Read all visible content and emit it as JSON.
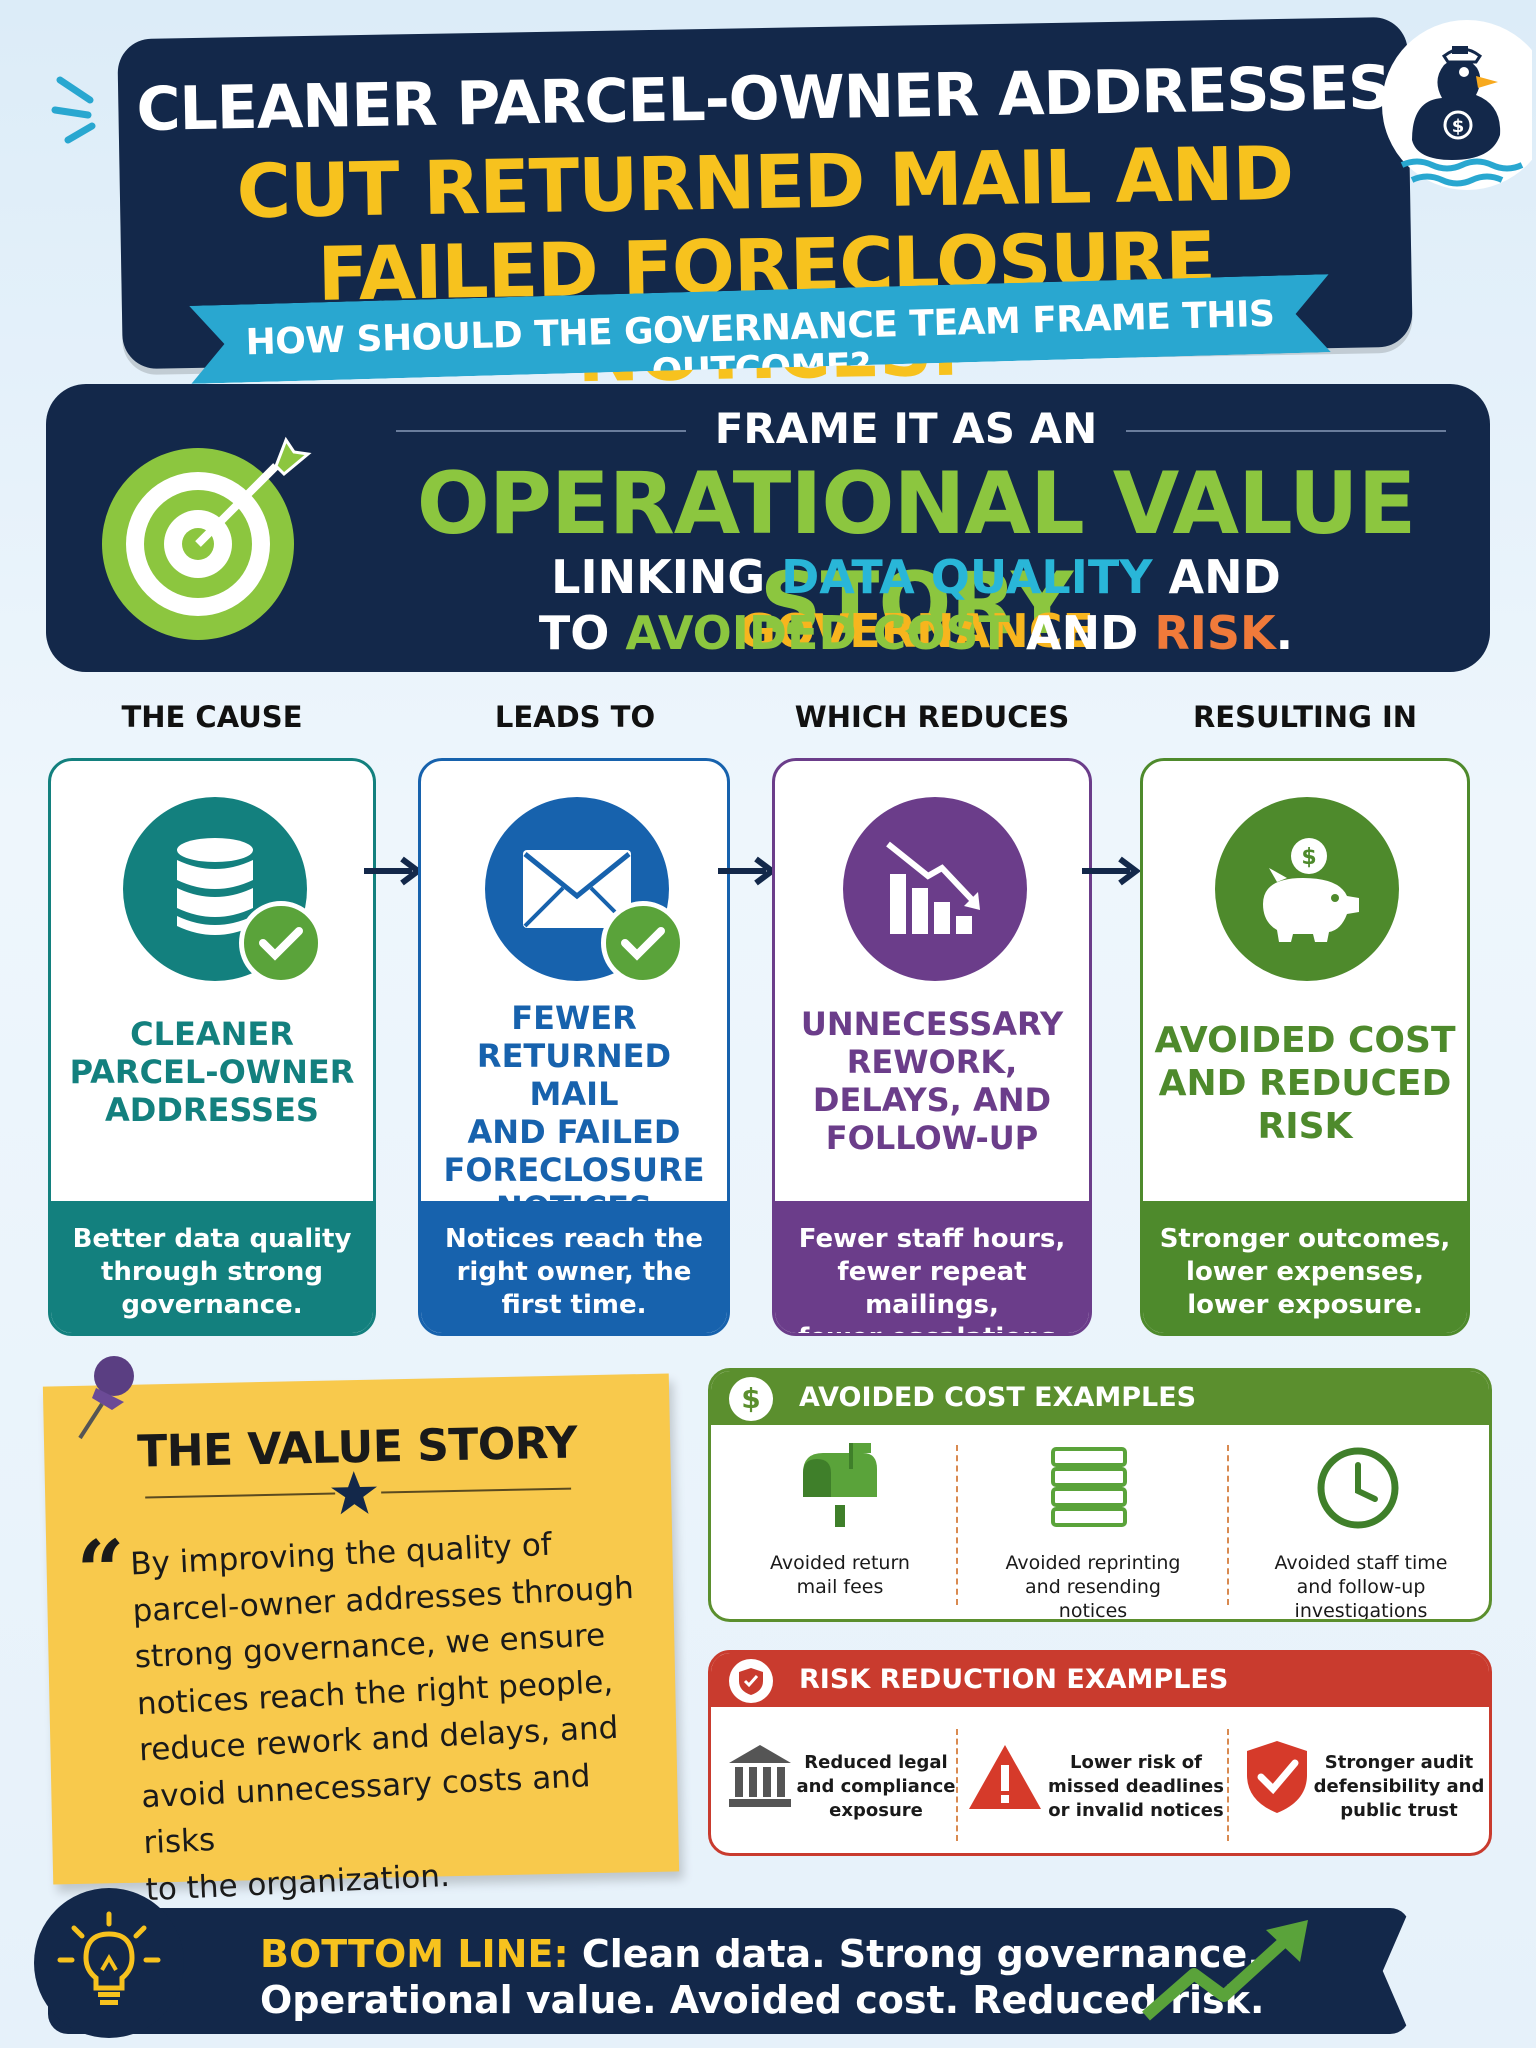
{
  "header": {
    "line1": "CLEANER PARCEL-OWNER ADDRESSES",
    "line2": "CUT RETURNED MAIL AND",
    "line3": "FAILED FORECLOSURE NOTICES.",
    "ribbon": "HOW SHOULD THE GOVERNANCE TEAM FRAME THIS OUTCOME?"
  },
  "frame": {
    "top": "FRAME IT AS AN",
    "main": "OPERATIONAL VALUE STORY",
    "l3_a": "LINKING ",
    "l3_b": "DATA QUALITY",
    "l3_c": " AND ",
    "l3_d": "GOVERNANCE",
    "l4_a": "TO ",
    "l4_b": "AVOIDED COST",
    "l4_c": " AND ",
    "l4_d": "RISK",
    "l4_e": "."
  },
  "steps": [
    {
      "label": "THE CAUSE",
      "title": [
        "CLEANER",
        "PARCEL-OWNER",
        "ADDRESSES"
      ],
      "foot": [
        "Better data quality",
        "through strong",
        "governance."
      ],
      "color": "#13807e"
    },
    {
      "label": "LEADS TO",
      "title": [
        "FEWER",
        "RETURNED MAIL",
        "AND FAILED",
        "FORECLOSURE",
        "NOTICES"
      ],
      "foot": [
        "Notices reach the",
        "right owner, the",
        "first time."
      ],
      "color": "#1762ad"
    },
    {
      "label": "WHICH REDUCES",
      "title": [
        "UNNECESSARY",
        "REWORK,",
        "DELAYS, AND",
        "FOLLOW-UP"
      ],
      "foot": [
        "Fewer staff hours,",
        "fewer repeat mailings,",
        "fewer escalations."
      ],
      "color": "#6b3d8a"
    },
    {
      "label": "RESULTING IN",
      "title": [
        "AVOIDED COST",
        "AND REDUCED",
        "RISK"
      ],
      "foot": [
        "Stronger outcomes,",
        "lower expenses,",
        "lower exposure."
      ],
      "color": "#4e8a2c"
    }
  ],
  "note": {
    "title": "THE VALUE STORY",
    "quote_mark": "“",
    "body": [
      "By improving the quality of",
      "parcel-owner addresses through",
      "strong governance, we ensure",
      "notices reach the right people,",
      "reduce rework and delays, and",
      "avoid unnecessary costs and risks",
      "to the organization."
    ]
  },
  "cost": {
    "icon": "$",
    "title": "AVOIDED COST EXAMPLES",
    "items": [
      [
        "Avoided return",
        "mail fees"
      ],
      [
        "Avoided reprinting",
        "and resending",
        "notices"
      ],
      [
        "Avoided staff time",
        "and follow-up",
        "investigations"
      ]
    ],
    "color": "#5b8f2e"
  },
  "risk": {
    "title": "RISK REDUCTION EXAMPLES",
    "items": [
      [
        "Reduced legal",
        "and compliance",
        "exposure"
      ],
      [
        "Lower risk of",
        "missed deadlines",
        "or invalid notices"
      ],
      [
        "Stronger audit",
        "defensibility and",
        "public trust"
      ]
    ],
    "color": "#c93b2e"
  },
  "bottom": {
    "label": "BOTTOM LINE:",
    "l1": " Clean data. Strong governance.",
    "l2": "Operational value. Avoided cost. Reduced risk."
  },
  "icons": [
    "duck-mascot-icon",
    "target-arrow-icon",
    "database-icon",
    "envelope-icon",
    "chart-down-icon",
    "piggy-bank-icon",
    "check-icon",
    "mailbox-icon",
    "paper-stack-icon",
    "clock-icon",
    "shield-icon",
    "courthouse-icon",
    "warning-icon",
    "shield-check-icon",
    "pushpin-icon",
    "star-icon",
    "lightbulb-icon",
    "trend-up-icon"
  ]
}
